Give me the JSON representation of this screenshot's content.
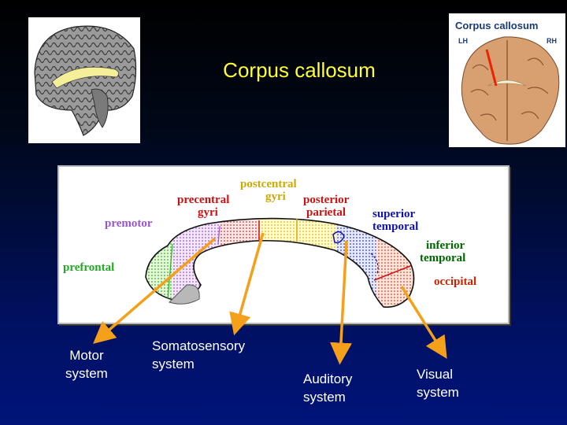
{
  "slide": {
    "title": "Corpus callosum"
  },
  "inset_right": {
    "title": "Corpus callosum",
    "lh": "LH",
    "rh": "RH"
  },
  "diagram": {
    "regions": {
      "prefrontal": "prefrontal",
      "premotor": "premotor",
      "precentral_1": "precentral",
      "precentral_2": "gyri",
      "postcentral_1": "postcentral",
      "postcentral_2": "gyri",
      "posterior_1": "posterior",
      "posterior_2": "parietal",
      "superior_1": "superior",
      "superior_2": "temporal",
      "inferior_1": "inferior",
      "inferior_2": "temporal",
      "occipital": "occipital"
    },
    "colors": {
      "prefrontal": "#22aa22",
      "premotor": "#9955cc",
      "precentral": "#cc1111",
      "postcentral": "#ccaa00",
      "posterior": "#cc1111",
      "superior": "#1111aa",
      "inferior": "#006600",
      "occipital": "#cc2200"
    }
  },
  "annotations": {
    "motor": "Motor\nsystem",
    "somatosensory": "Somatosensory\nsystem",
    "auditory": "Auditory\nsystem",
    "visual": "Visual\nsystem"
  },
  "accent_colors": {
    "title": "#ffff33",
    "arrow": "#f5a01a"
  }
}
